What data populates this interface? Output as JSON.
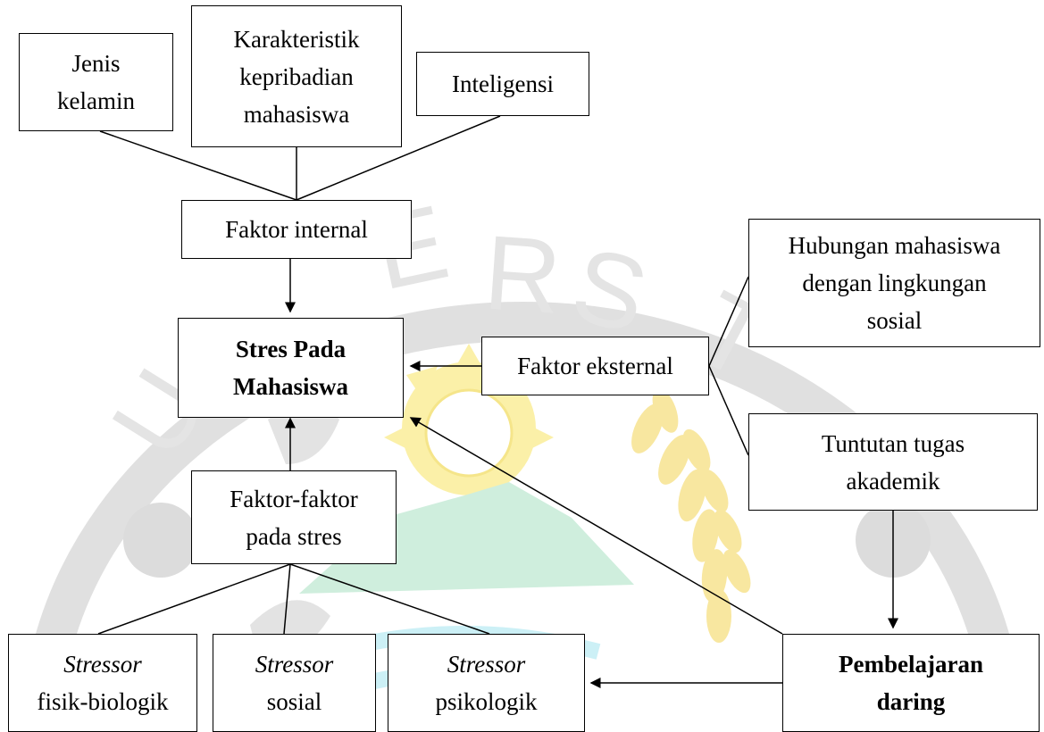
{
  "nodes": {
    "jenis_kelamin": [
      "Jenis",
      "kelamin"
    ],
    "karakteristik": [
      "Karakteristik",
      "kepribadian",
      "mahasiswa"
    ],
    "inteligensi": "Inteligensi",
    "faktor_internal": "Faktor internal",
    "stres": [
      "Stres Pada",
      "Mahasiswa"
    ],
    "faktor_eksternal": "Faktor eksternal",
    "hubungan": [
      "Hubungan mahasiswa",
      "dengan lingkungan",
      "sosial"
    ],
    "tuntutan": [
      "Tuntutan tugas",
      "akademik"
    ],
    "faktor_faktor": [
      "Faktor-faktor",
      "pada stres"
    ],
    "stressor_fisik": [
      "Stressor",
      "fisik-biologik"
    ],
    "stressor_sosial": [
      "Stressor",
      "sosial"
    ],
    "stressor_psikologik": [
      "Stressor",
      "psikologik"
    ],
    "pembelajaran": [
      "Pembelajaran",
      "daring"
    ]
  },
  "colors": {
    "line": "#000000",
    "watermark_gray": "#e0e0e0",
    "watermark_yellow": "#fbf0a8",
    "watermark_green": "#cfeedd",
    "watermark_cyan": "#ccf0f6"
  }
}
